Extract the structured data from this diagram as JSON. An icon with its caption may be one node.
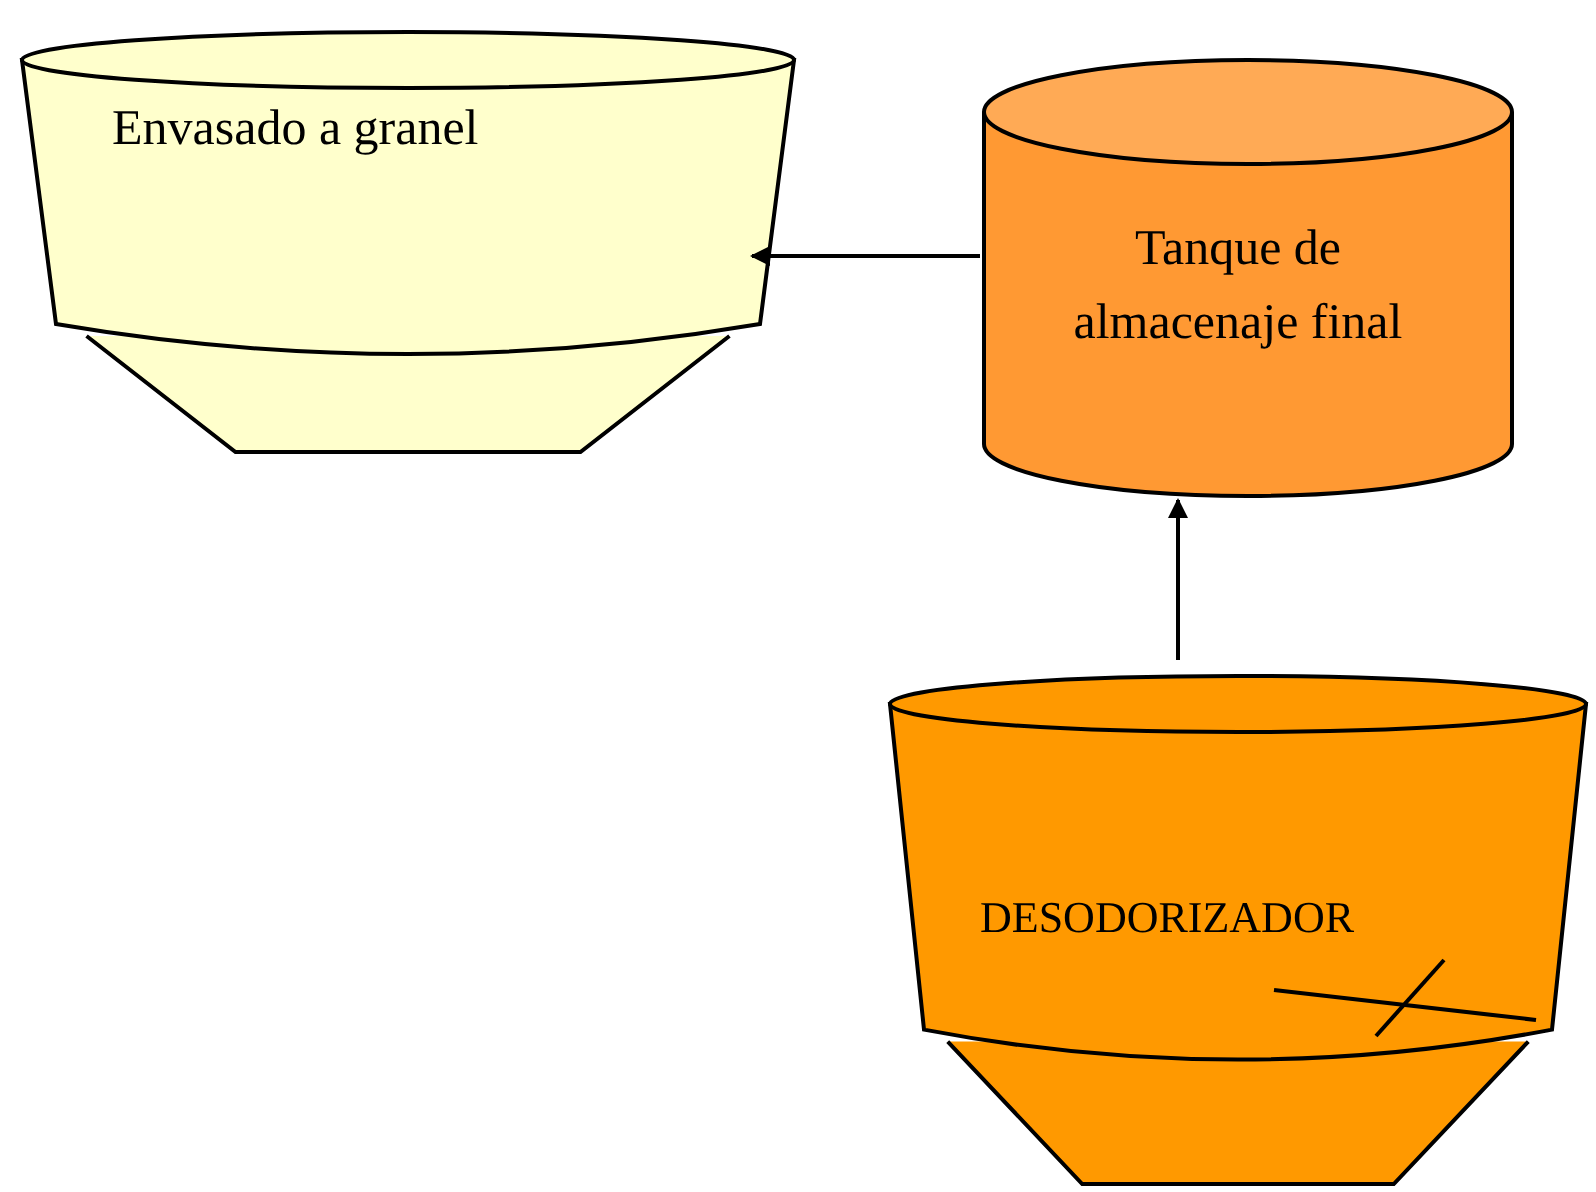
{
  "diagram": {
    "nodes": [
      {
        "text": [
          "Envasado a granel"
        ]
      },
      {
        "text": [
          "Tanque de almacenaje final"
        ]
      },
      {
        "text": [
          "DESODORIZADOR"
        ]
      }
    ],
    "edges": [
      {
        "from": 1,
        "to": 0,
        "arrow": "to"
      },
      {
        "from": 2,
        "to": 1,
        "arrow": "to"
      }
    ]
  }
}
